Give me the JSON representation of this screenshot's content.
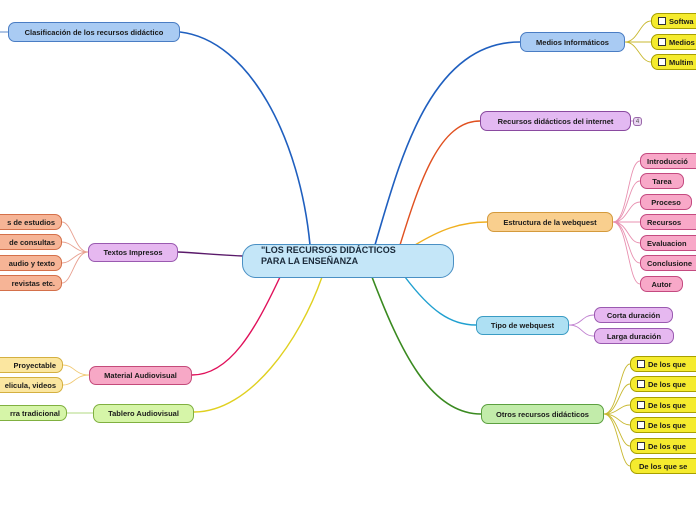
{
  "central": {
    "line1": "\"LOS RECURSOS DIDÁCTICOS",
    "line2": "PARA LA ENSEÑANZA"
  },
  "branches": {
    "clasificacion": "Clasificación de los recursos didáctico",
    "textos": "Textos Impresos",
    "material": "Material Audiovisual",
    "tablero": "Tablero Audiovisual",
    "medios": "Medios Informáticos",
    "internet": "Recursos didácticos del internet",
    "internet_badge": "4",
    "webquest": "Estructura de la webquest",
    "tipo": "Tipo de webquest",
    "otros": "Otros recursos didácticos"
  },
  "textos_children": [
    "s de estudios",
    "de consultas",
    "audio y texto",
    "revistas  etc."
  ],
  "material_children": [
    "Proyectable",
    "elicula, videos"
  ],
  "tablero_children": [
    "rra tradicional"
  ],
  "medios_children": [
    "Softwa",
    "Medios",
    "Multim"
  ],
  "webquest_children": [
    "Introducció",
    "Tarea",
    "Proceso",
    "Recursos",
    "Evaluacion",
    "Conclusione",
    "Autor"
  ],
  "tipo_children": [
    "Corta duración",
    "Larga duración"
  ],
  "otros_children": [
    "De  los que",
    "De  los que",
    "De  los que",
    "De  los que",
    "De  los que",
    "De los que se"
  ],
  "colors": {
    "clasificacion_line": "#1f5fbf",
    "textos_line": "#5a1a6a",
    "material_line": "#e0105a",
    "tablero_line": "#e0d020",
    "medios_line": "#1f5fbf",
    "internet_line": "#e05020",
    "webquest_line": "#f0b020",
    "tipo_line": "#20a0d0",
    "otros_line": "#3a8a20"
  }
}
